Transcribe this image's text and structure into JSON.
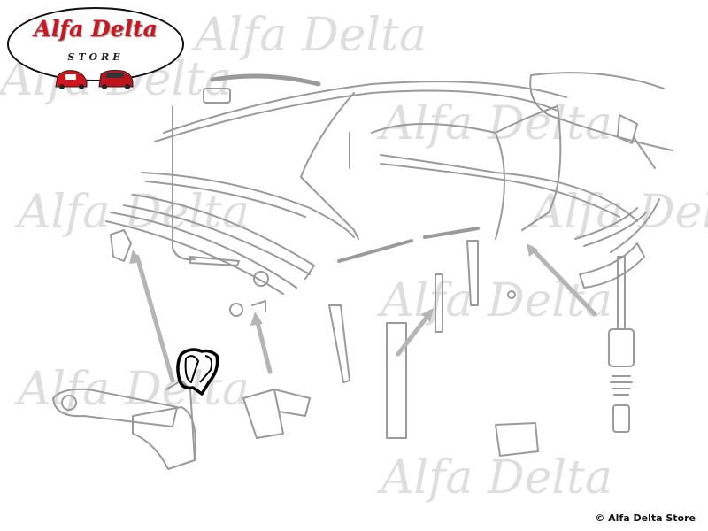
{
  "logo": {
    "title": "Alfa Delta",
    "subtitle": "STORE",
    "colors": {
      "brand": "#d4141c",
      "ink": "#111111"
    }
  },
  "watermark": {
    "text": "Alfa Delta"
  },
  "diagram": {
    "line_color": "#9a9a9a",
    "highlight_color": "#000000",
    "highlighted_part": "highlighted-part"
  },
  "footer": {
    "copyright": "© Alfa Delta Store"
  }
}
